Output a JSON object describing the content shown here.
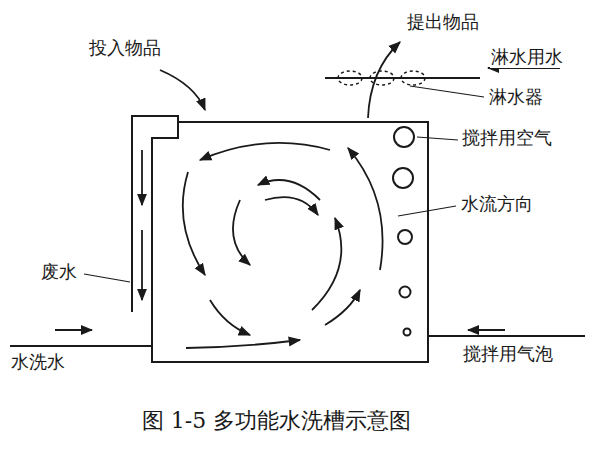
{
  "diagram": {
    "caption": "图 1-5 多功能水洗槽示意图",
    "labels": [
      "投入物品",
      "提出物品",
      "淋水用水",
      "淋水器",
      "搅拌用空气",
      "水流方向",
      "废水",
      "水洗水",
      "搅拌用气泡"
    ]
  }
}
